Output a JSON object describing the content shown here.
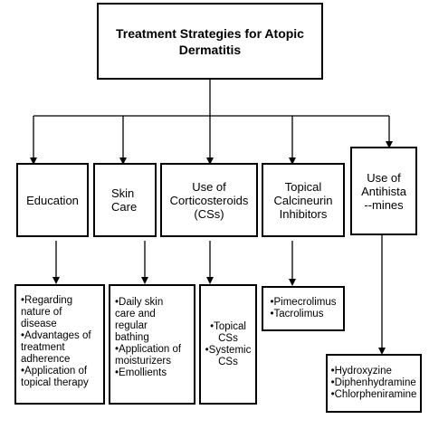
{
  "title": "Treatment Strategies for Atopic\nDermatitis",
  "categories": [
    {
      "label": "Education",
      "items": [
        "•Regarding\nnature of\ndisease",
        "•Advantages of\ntreatment\nadherence",
        "•Application of\ntopical therapy"
      ]
    },
    {
      "label": "Skin\nCare",
      "items": [
        "•Daily skin\ncare and\nregular\nbathing",
        "•Application of\nmoisturizers",
        "•Emollients"
      ]
    },
    {
      "label": "Use of\nCorticosteroids\n(CSs)",
      "items": [
        "•Topical\nCSs",
        "•Systemic\nCSs"
      ]
    },
    {
      "label": "Topical\nCalcineurin\nInhibitors",
      "items": [
        "•Pimecrolimus",
        "•Tacrolimus"
      ]
    },
    {
      "label": "Use of\nAntihista\n--mines",
      "items": [
        "•Hydroxyzine",
        "•Diphenhydramine",
        "•Chlorpheniramine"
      ]
    }
  ]
}
